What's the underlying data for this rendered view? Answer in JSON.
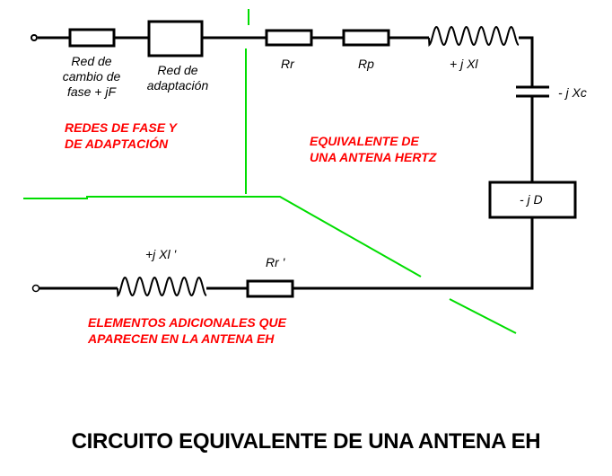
{
  "diagram": {
    "title": "CIRCUITO EQUIVALENTE DE UNA ANTENA EH",
    "colors": {
      "wire": "#000000",
      "divider": "#00dd00",
      "region_label": "#ff0000",
      "background": "#ffffff"
    },
    "components": {
      "phase_network": {
        "label_lines": [
          "Red de",
          "cambio de",
          "fase  + jF"
        ]
      },
      "matching_network": {
        "label_lines": [
          "Red de",
          "adaptación"
        ]
      },
      "radiation_resistance": {
        "label": "Rr"
      },
      "loss_resistance": {
        "label": "Rp"
      },
      "inductive_reactance": {
        "label": "+ j Xl"
      },
      "capacitive_reactance": {
        "label": "- j Xc"
      },
      "displacement_element": {
        "label": "- j D"
      },
      "additional_inductance": {
        "label": "+j Xl '"
      },
      "additional_radiation_resistance": {
        "label": "Rr '"
      }
    },
    "regions": {
      "phase_matching": {
        "lines": [
          "REDES DE FASE Y",
          "DE ADAPTACIÓN"
        ]
      },
      "hertz_equivalent": {
        "lines": [
          "EQUIVALENTE DE",
          "UNA ANTENA HERTZ"
        ]
      },
      "eh_additional": {
        "lines": [
          "ELEMENTOS ADICIONALES QUE",
          "APARECEN EN LA ANTENA EH"
        ]
      }
    }
  }
}
